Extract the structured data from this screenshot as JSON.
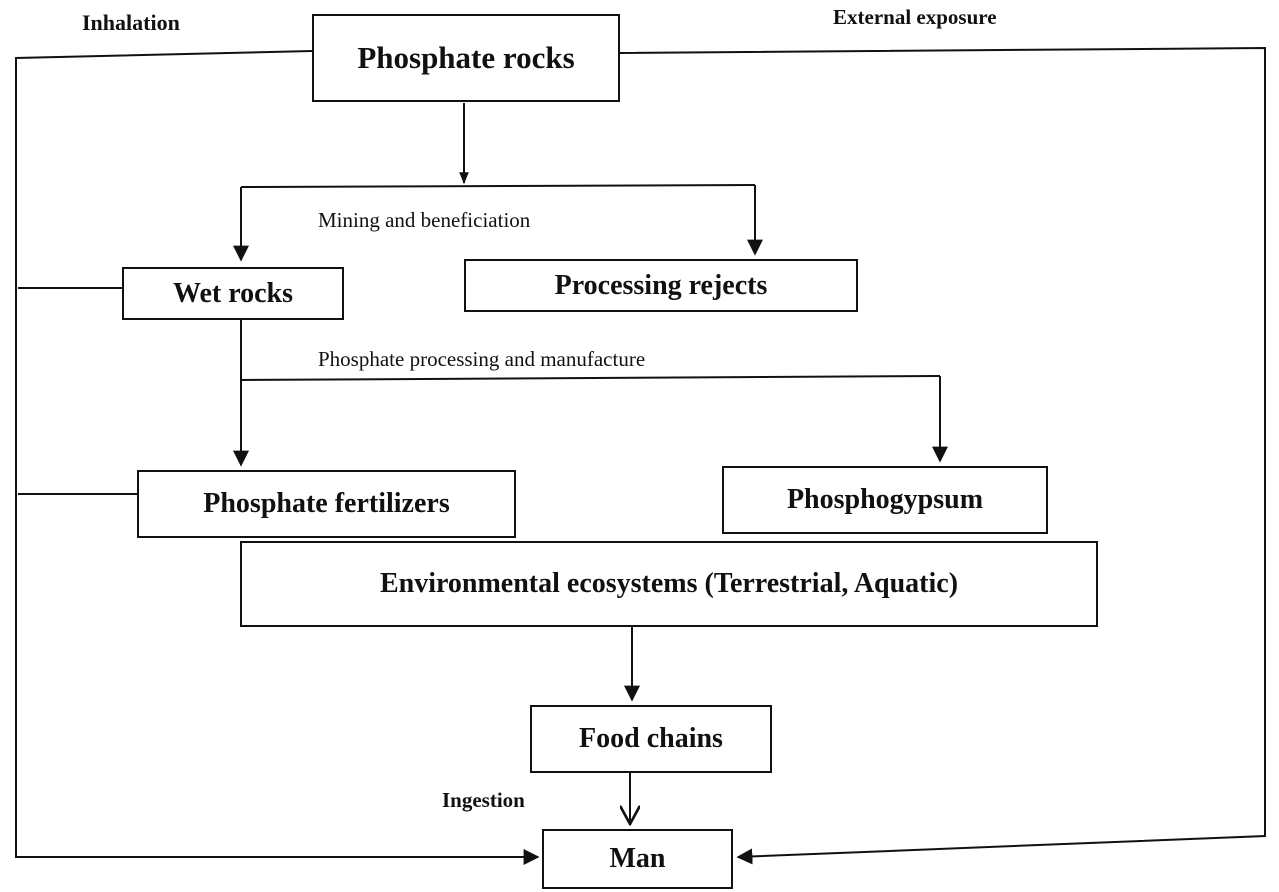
{
  "nodes": {
    "phosphate_rocks": "Phosphate rocks",
    "wet_rocks": "Wet rocks",
    "processing_rejects": "Processing rejects",
    "phosphate_fertilizers": "Phosphate fertilizers",
    "phosphogypsum": "Phosphogypsum",
    "environmental_ecosystems": "Environmental ecosystems (Terrestrial, Aquatic)",
    "food_chains": "Food chains",
    "man": "Man"
  },
  "edge_labels": {
    "inhalation": "Inhalation",
    "external_exposure": "External exposure",
    "mining": "Mining and beneficiation",
    "processing": "Phosphate processing and manufacture",
    "ingestion": "Ingestion"
  },
  "colors": {
    "line": "#111111",
    "background": "#ffffff"
  }
}
